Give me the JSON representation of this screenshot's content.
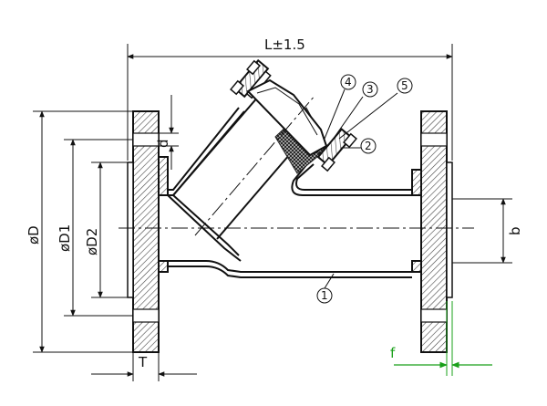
{
  "dimensions": {
    "length": "L±1.5",
    "outer_diameter": "øD",
    "bolt_circle_diameter": "øD1",
    "raised_face_diameter": "øD2",
    "flange_thickness": "T",
    "bolt_hole": "d",
    "raised_face_height": "f",
    "height": "b"
  },
  "callouts": [
    "1",
    "2",
    "3",
    "4",
    "5"
  ],
  "colors": {
    "line": "#111111",
    "hatch": "#444444",
    "screen": "#333333",
    "dimension_accent": "#1aa01a"
  }
}
